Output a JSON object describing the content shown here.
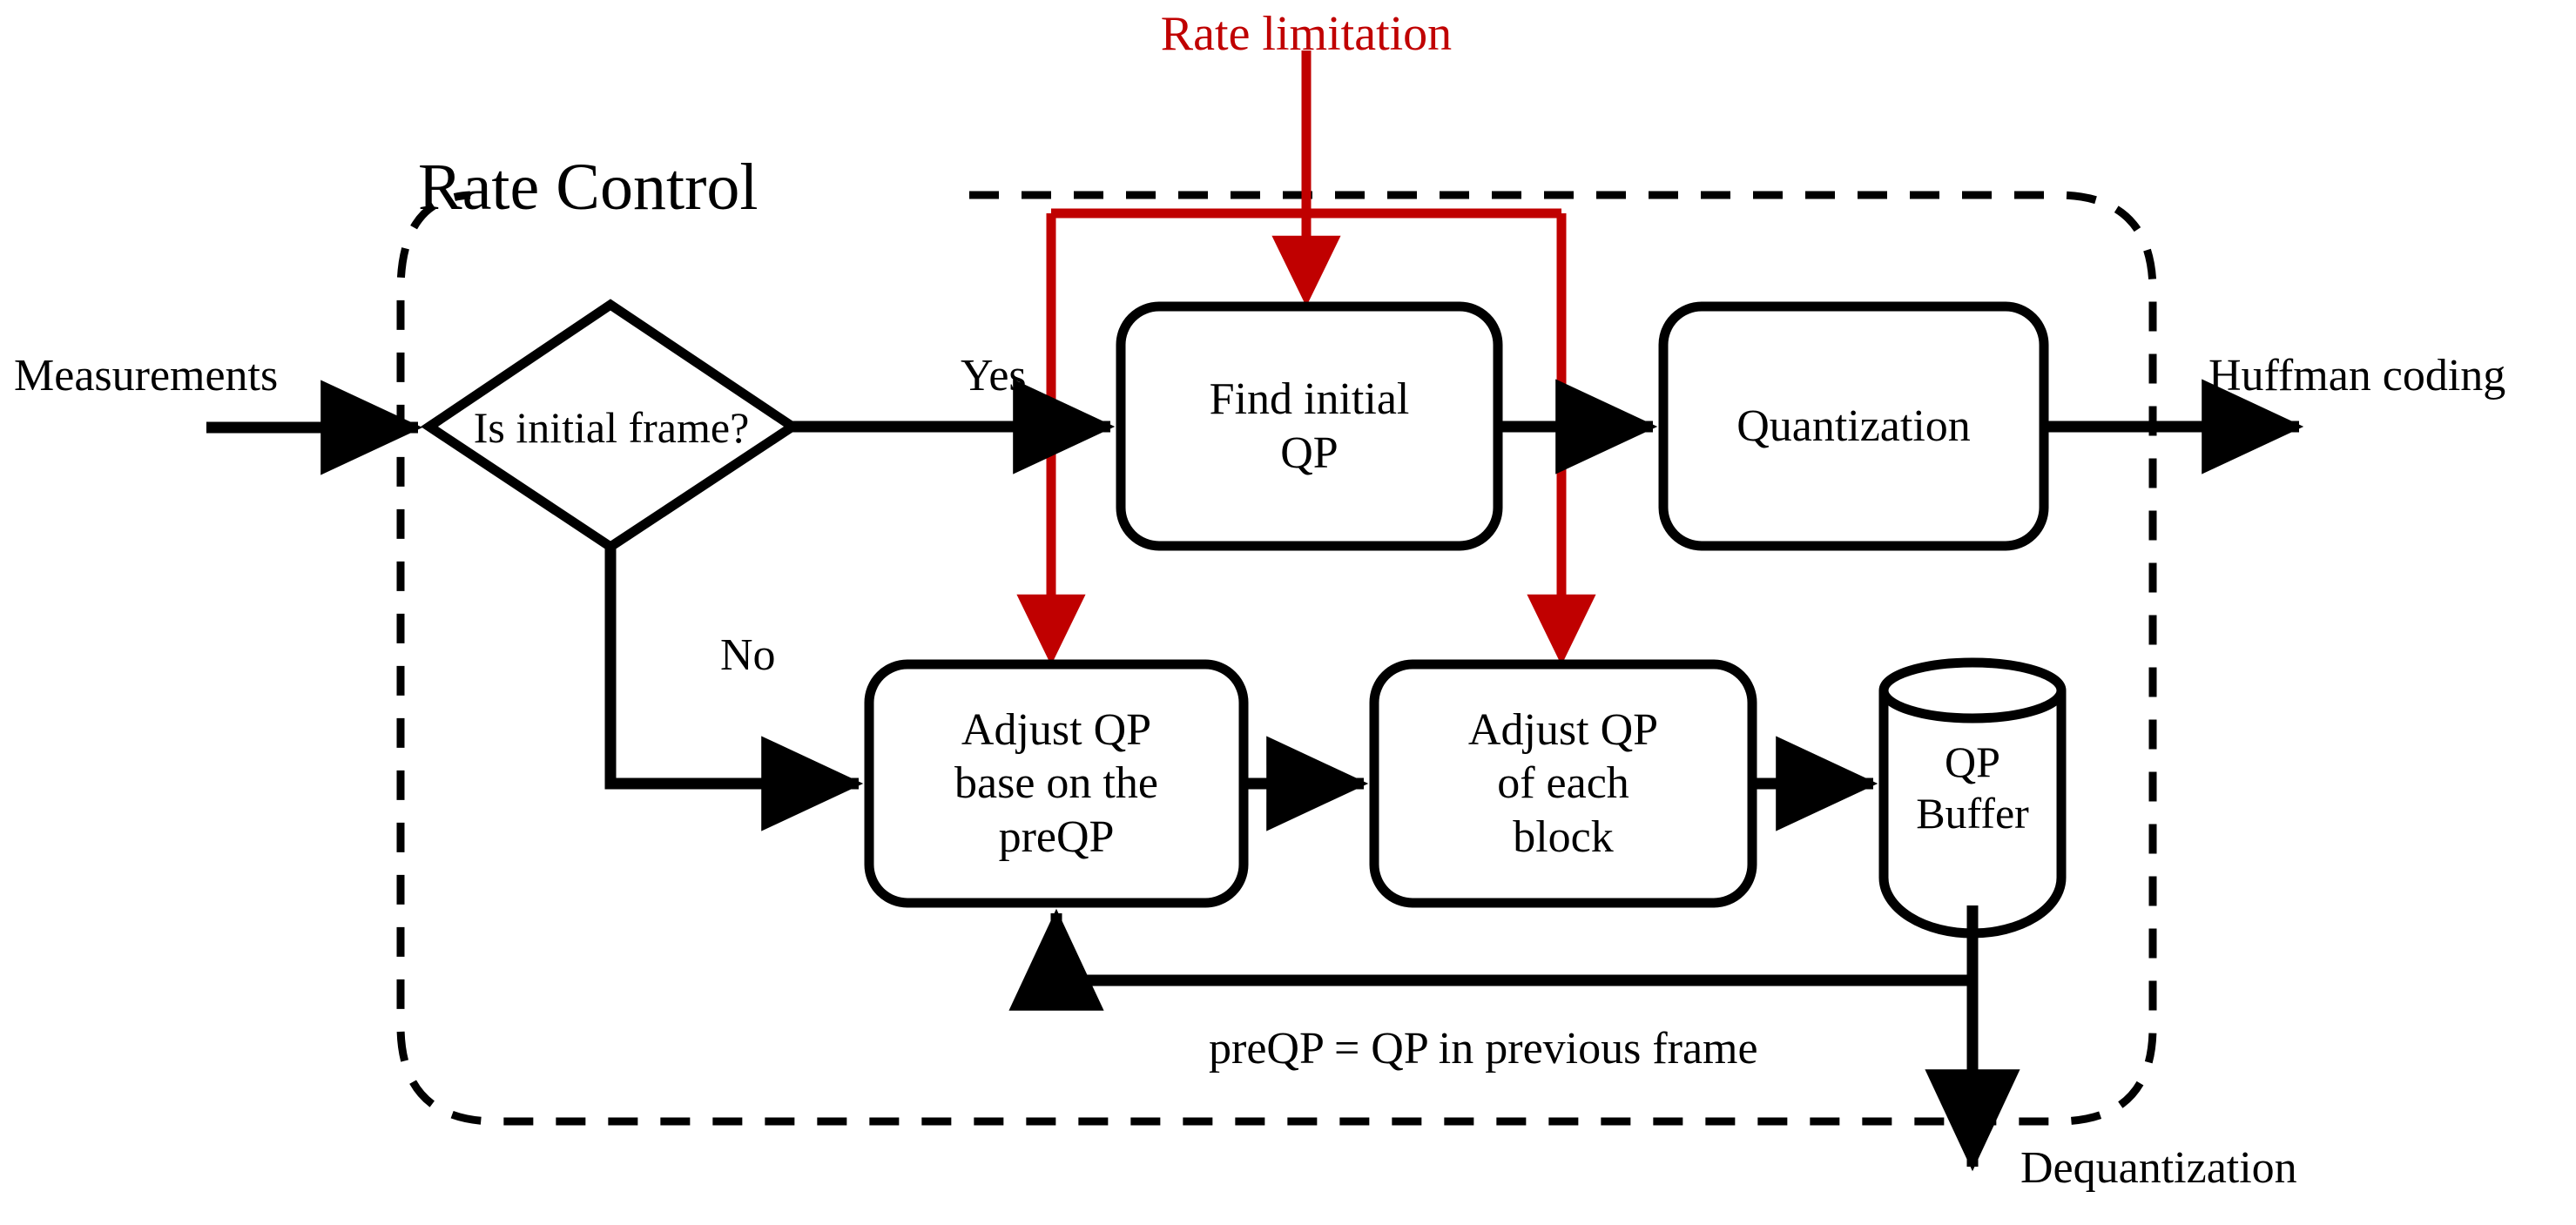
{
  "diagram": {
    "title": "Rate Control",
    "external_labels": {
      "rate_limitation": "Rate limitation",
      "measurements": "Measurements",
      "huffman_coding": "Huffman coding",
      "dequantization": "Dequantization"
    },
    "decision": {
      "text": "Is initial frame?",
      "branch_yes": "Yes",
      "branch_no": "No"
    },
    "nodes": [
      {
        "id": "find-initial-qp",
        "label": "Find initial\nQP",
        "shape": "rounded-rect"
      },
      {
        "id": "quantization",
        "label": "Quantization",
        "shape": "rounded-rect"
      },
      {
        "id": "adjust-qp-preqp",
        "label": "Adjust QP\nbase on the\npreQP",
        "shape": "rounded-rect"
      },
      {
        "id": "adjust-qp-block",
        "label": "Adjust QP\nof each\nblock",
        "shape": "rounded-rect"
      },
      {
        "id": "qp-buffer",
        "label": "QP\nBuffer",
        "shape": "cylinder"
      }
    ],
    "feedback_label": "preQP = QP in previous frame",
    "colors": {
      "stroke": "#000000",
      "accent_red": "#c00000",
      "background": "#ffffff"
    }
  }
}
